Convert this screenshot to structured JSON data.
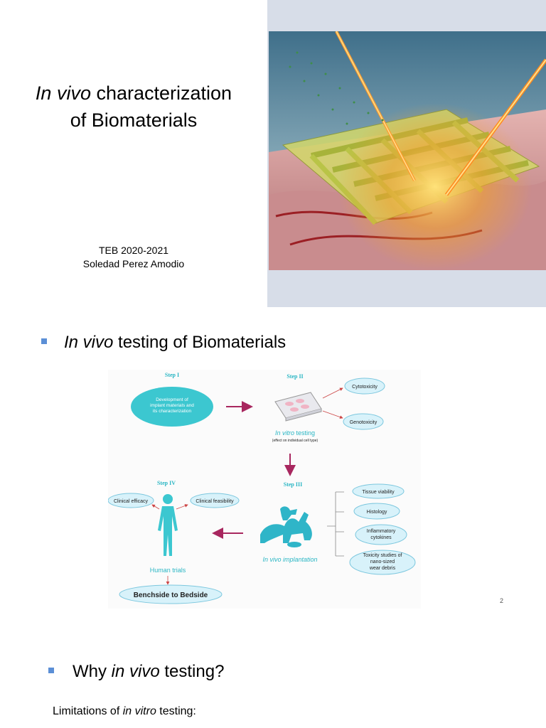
{
  "slide1": {
    "title_italic": "In vivo",
    "title_rest_line1": " characterization",
    "title_line2": "of Biomaterials",
    "course": "TEB 2020-2021",
    "author": "Soledad Perez Amodio"
  },
  "slide2": {
    "heading_italic": "In vivo",
    "heading_rest": " testing of Biomaterials",
    "page_number": "2",
    "diagram": {
      "step1_label": "Step I",
      "step1_text_l1": "Development of",
      "step1_text_l2": "implant materials and",
      "step1_text_l3": "its characterization",
      "step2_label": "Step II",
      "cytotoxicity": "Cytotoxicity",
      "genotoxicity": "Genotoxicity",
      "in_vitro_italic": "In vitro",
      "in_vitro_rest": " testing",
      "in_vitro_sub": "(effect on individual cell type)",
      "step3_label": "Step III",
      "tissue_viability": "Tissue viability",
      "histology": "Histology",
      "inflammatory_l1": "Inflammatory",
      "inflammatory_l2": "cytokines",
      "toxicity_l1": "Toxicity studies of",
      "toxicity_l2": "nano-sized",
      "toxicity_l3": "wear debris",
      "in_vivo_italic": "In vivo",
      "in_vivo_rest": " implantation",
      "step4_label": "Step IV",
      "clinical_efficacy": "Clinical efficacy",
      "clinical_feasibility": "Clinical feasibility",
      "human_trials": "Human trials",
      "bench_to_bedside": "Benchside to Bedside"
    }
  },
  "slide3": {
    "heading_prefix": "Why ",
    "heading_italic": "in vivo",
    "heading_suffix": " testing?",
    "text_prefix": "Limitations of ",
    "text_italic": "in vitro",
    "text_suffix": " testing:"
  },
  "colors": {
    "bullet": "#5b8fd6",
    "teal": "#3cc7d0",
    "maroon": "#a8275f",
    "cyan_text": "#2ab6c4"
  }
}
